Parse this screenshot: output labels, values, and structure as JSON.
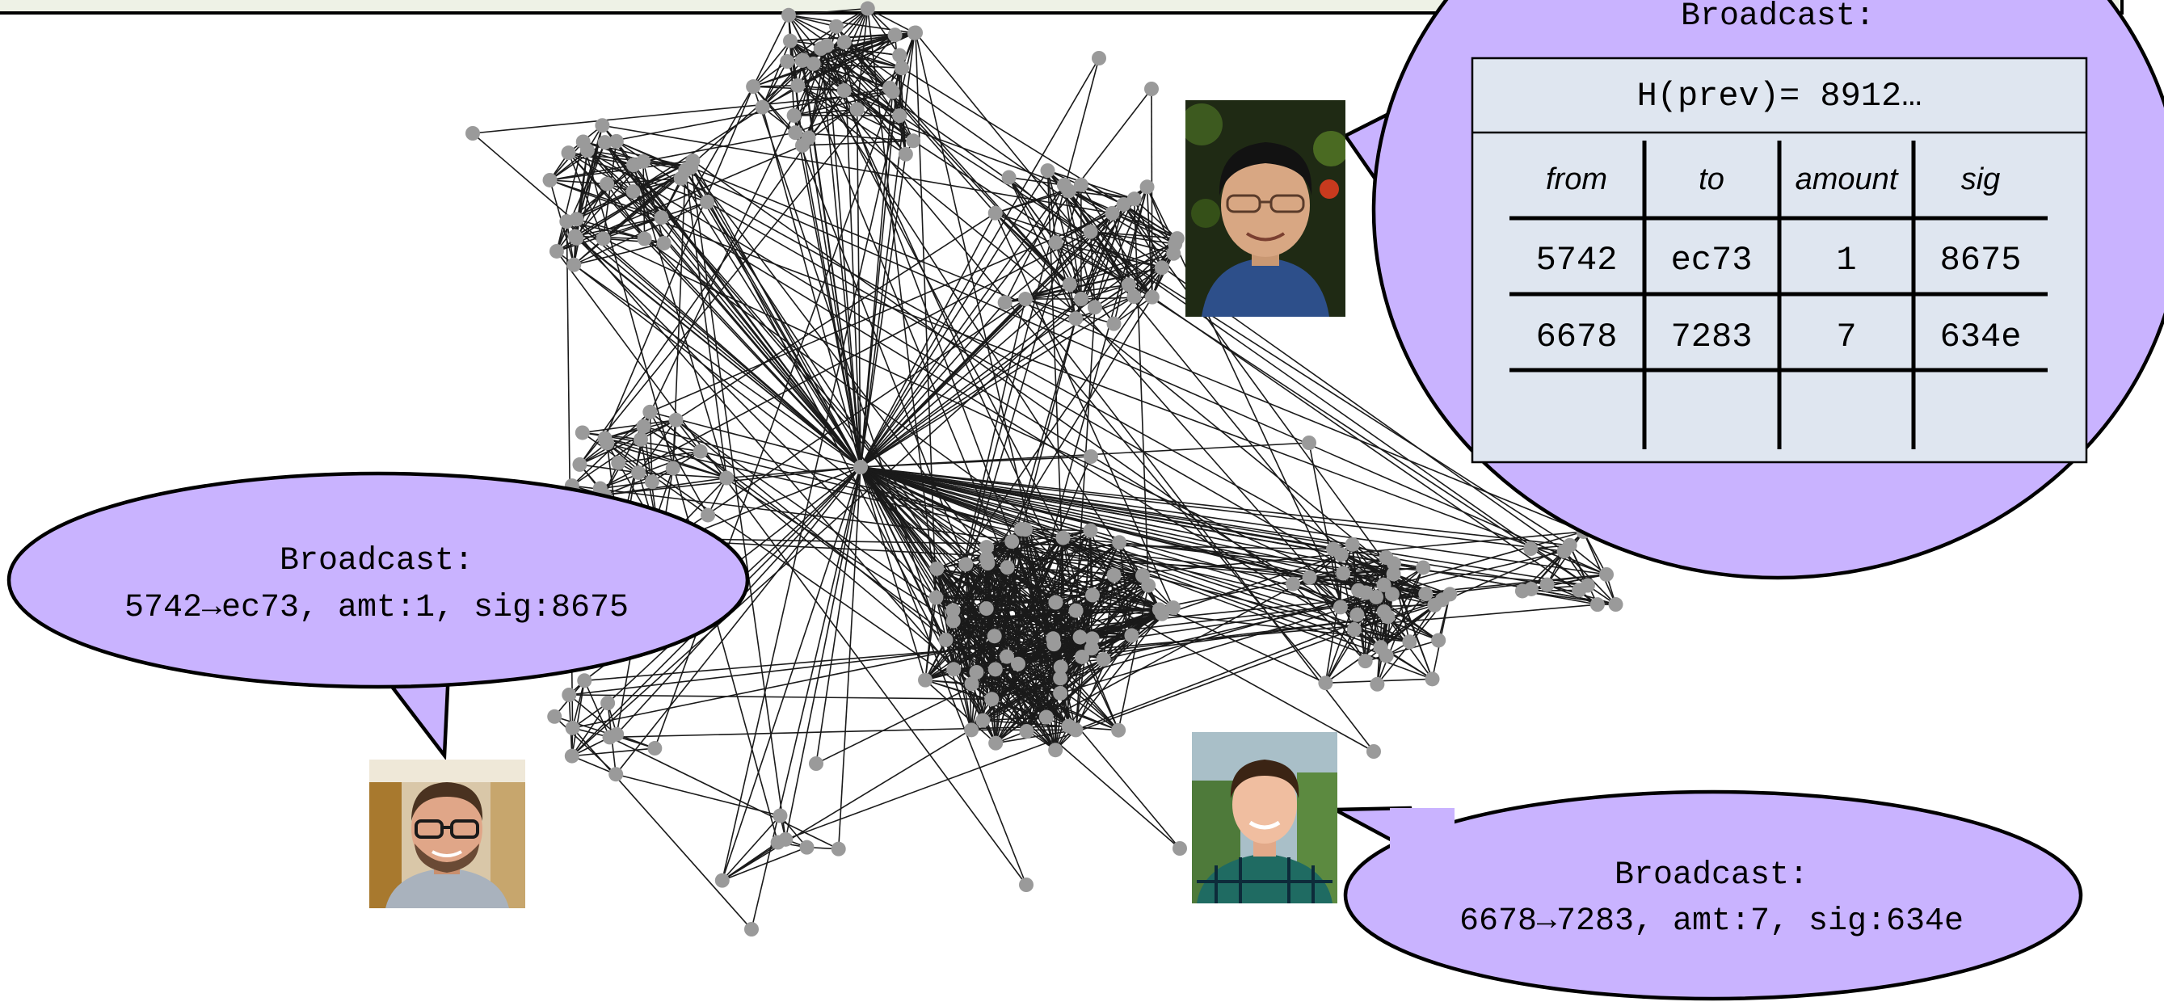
{
  "top_bubble": {
    "label": "Broadcast:",
    "hash_line": "H(prev)= 8912…",
    "headers": [
      "from",
      "to",
      "amount",
      "sig"
    ],
    "rows": [
      [
        "5742",
        "ec73",
        "1",
        "8675"
      ],
      [
        "6678",
        "7283",
        "7",
        "634e"
      ],
      [
        "",
        "",
        "",
        ""
      ]
    ]
  },
  "left_bubble": {
    "label": "Broadcast:",
    "message": "5742→ec73, amt:1, sig:8675"
  },
  "right_bubble": {
    "label": "Broadcast:",
    "message": "6678→7283, amt:7, sig:634e"
  },
  "people": {
    "top": "person-photo-man-glasses",
    "left": "person-photo-man-beard-glasses",
    "right": "person-photo-man-plaid-shirt"
  },
  "colors": {
    "bubble_fill": "#c9b3ff",
    "table_fill": "#dfe6f0",
    "node": "#9a9a9a",
    "edge": "#1a1a1a",
    "top_bar_fill": "#eef2e6"
  }
}
